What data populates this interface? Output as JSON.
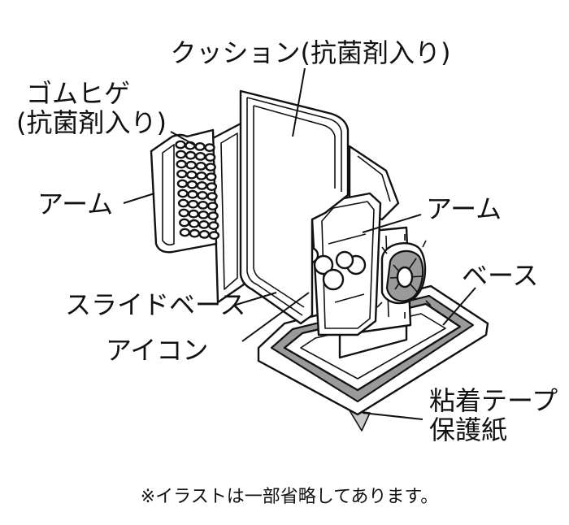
{
  "labels": {
    "cushion": "クッション(抗菌剤入り)",
    "rubber_whisker_line1": "ゴムヒゲ",
    "rubber_whisker_line2": "(抗菌剤入り)",
    "arm_left": "アーム",
    "arm_right": "アーム",
    "base": "ベース",
    "slide_base": "スライドベース",
    "icon": "アイコン",
    "adhesive_tape_line1": "粘着テープ",
    "adhesive_tape_line2": "保護紙"
  },
  "note": "※イラストは一部省略してあります。"
}
